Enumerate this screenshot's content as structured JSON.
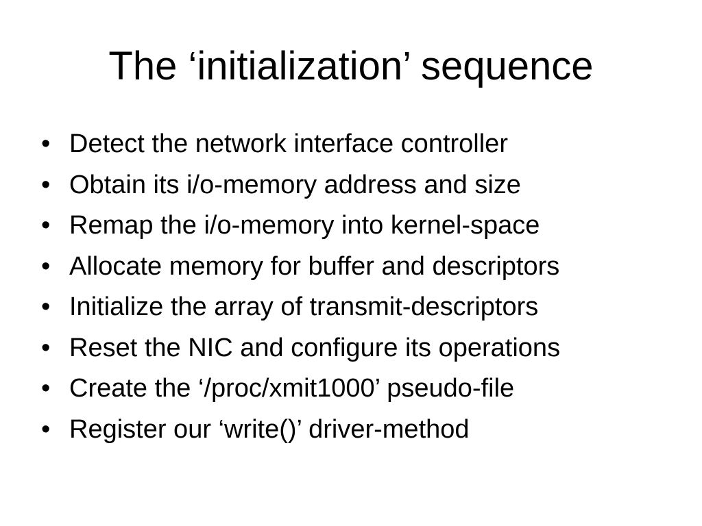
{
  "slide": {
    "title": "The ‘initialization’ sequence",
    "bullet_glyph": "•",
    "bullets": [
      "Detect the network interface controller",
      "Obtain its i/o-memory address and size",
      "Remap the i/o-memory into kernel-space",
      "Allocate memory for buffer and descriptors",
      "Initialize the array of transmit-descriptors",
      "Reset the NIC and configure its operations",
      "Create the ‘/proc/xmit1000’ pseudo-file",
      "Register our ‘write()’ driver-method"
    ]
  },
  "colors": {
    "background": "#ffffff",
    "text": "#000000"
  }
}
